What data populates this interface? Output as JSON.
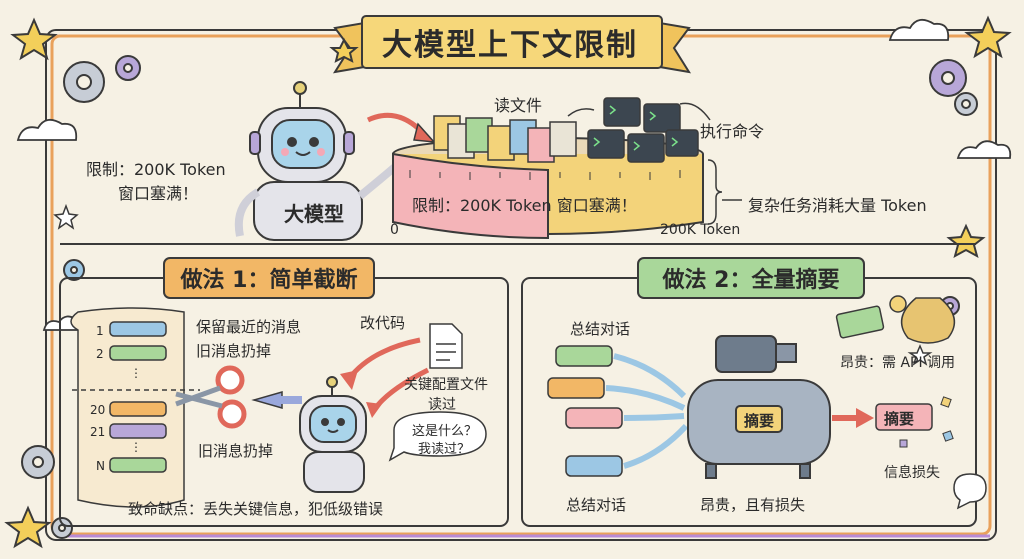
{
  "title": "大模型上下文限制",
  "top": {
    "robot_label": "大模型",
    "limit_note_line1": "限制：200K Token",
    "limit_note_line2": "窗口塞满！",
    "read_file": "读文件",
    "exec_cmd": "执行命令",
    "bar_text": "限制：200K Token 窗口塞满！",
    "axis_start": "0",
    "axis_end": "200K Token",
    "complex_task": "复杂任务消耗大量 Token"
  },
  "method1": {
    "title": "做法 1：简单截断",
    "keep_recent_line1": "保留最近的消息",
    "keep_recent_line2": "旧消息扔掉",
    "change_code": "改代码",
    "key_config_line1": "关键配置文件",
    "key_config_line2": "读过",
    "discard_old": "旧消息扔掉",
    "bubble_line1": "这是什么？",
    "bubble_line2": "我读过？",
    "fatal": "致命缺点：丢失关键信息，犯低级错误",
    "list_numbers": [
      "1",
      "2",
      "⋮",
      "20",
      "21",
      "⋮",
      "N"
    ]
  },
  "method2": {
    "title": "做法 2：全量摘要",
    "summary_top": "总结对话",
    "summary_bottom": "总结对话",
    "machine_label": "摘要",
    "output_label": "摘要",
    "cost": "昂贵：需 API 调用",
    "info_loss": "信息损失",
    "bottom_note": "昂贵，且有损失"
  },
  "colors": {
    "background": "#f6f1e4",
    "title_banner": "#f6d77a",
    "method1_banner": "#f2b766",
    "method2_banner": "#a9d79a",
    "bar_pink": "#f4b4b8",
    "bar_yellow": "#f3d37a",
    "accent_red": "#e0685a",
    "accent_blue": "#9cc7e4"
  },
  "icons": [
    "gear-icon",
    "star-icon",
    "cloud-icon",
    "robot-icon",
    "file-icon",
    "terminal-icon",
    "scissors-icon",
    "compressor-icon",
    "money-bag-icon",
    "chat-bubble-icon"
  ]
}
